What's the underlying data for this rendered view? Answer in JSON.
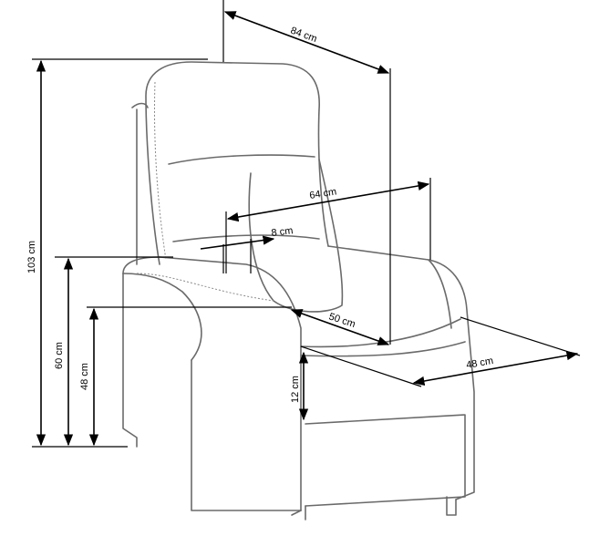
{
  "title": "Recliner armchair dimensions",
  "dimensions": {
    "overall_depth": "84 cm",
    "overall_height": "103 cm",
    "armrest_height": "60 cm",
    "seat_height": "48 cm",
    "inner_width": "64 cm",
    "armrest_width": "8 cm",
    "seat_depth": "50 cm",
    "seat_width": "48 cm",
    "footrest_height": "12 cm"
  }
}
